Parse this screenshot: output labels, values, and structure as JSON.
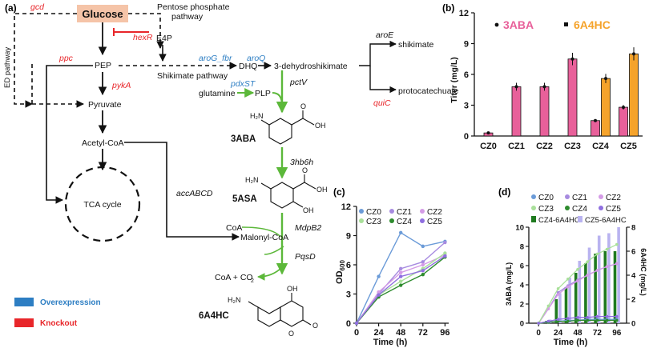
{
  "panel_labels": {
    "a": "(a)",
    "b": "(b)",
    "c": "(c)",
    "d": "(d)"
  },
  "pathway": {
    "glucose": "Glucose",
    "pentose_line1": "Pentose phosphate",
    "pentose_line2": "pathway",
    "e4p": "E4P",
    "pep": "PEP",
    "shikimate_pathway": "Shikimate pathway",
    "dhq": "DHQ",
    "dhs": "3-dehydroshikimate",
    "shikimate": "shikimate",
    "protocatechuate": "protocatechuate",
    "pyruvate": "Pyruvate",
    "glutamine": "glutamine",
    "plp": "PLP",
    "acetyl_coa": "Acetyl-CoA",
    "tca": "TCA cycle",
    "coa": "CoA",
    "malonyl_coa": "Malonyl-CoA",
    "coa_co2_a": "CoA + CO",
    "coa_co2_sub": "2",
    "ed_pathway": "ED pathway",
    "cmpd_3aba": "3ABA",
    "cmpd_5asa": "5ASA",
    "cmpd_6a4hc": "6A4HC",
    "nh2": "H₂N",
    "oh": "OH",
    "o": "O",
    "genes": {
      "gcd": "gcd",
      "hexR": "hexR",
      "ppc": "ppc",
      "pykA": "pykA",
      "aroG_fbr": "aroG_fbr",
      "aroQ": "aroQ",
      "aroE": "aroE",
      "quiC": "quiC",
      "pdxST": "pdxST",
      "pctV": "pctV",
      "h3hb6h": "3hb6h",
      "accABCD": "accABCD",
      "MdpB2": "MdpB2",
      "PqsD": "PqsD"
    },
    "legend": {
      "overexpression": "Overexpression",
      "knockout": "Knockout"
    },
    "colors": {
      "overexpression": "#2d7ec3",
      "knockout": "#e8262a",
      "green_arrow": "#5cb83a",
      "glucose_box": "#f5c4a8"
    }
  },
  "charts": {
    "b": {
      "ylabel": "Titer (mg/L)",
      "legend_3aba": "3ABA",
      "legend_6a4hc": "6A4HC"
    },
    "c": {
      "ylabel_main": "OD",
      "ylabel_sub": "600",
      "xlabel": "Time (h)"
    },
    "d": {
      "ylabel_left": "3ABA (mg/L)",
      "ylabel_right": "6A4HC (mg/L)",
      "xlabel": "Time (h)"
    }
  },
  "chart_data": [
    {
      "type": "bar",
      "panel": "b",
      "categories": [
        "CZ0",
        "CZ1",
        "CZ2",
        "CZ3",
        "CZ4",
        "CZ5"
      ],
      "series": [
        {
          "name": "3ABA",
          "color": "#e8609a",
          "values": [
            0.3,
            4.8,
            4.8,
            7.5,
            1.5,
            2.8
          ]
        },
        {
          "name": "6A4HC",
          "color": "#f5a32b",
          "values": [
            0,
            0,
            0,
            0,
            5.6,
            8.0
          ]
        }
      ],
      "ylabel": "Titer (mg/L)",
      "ylim": [
        0,
        12
      ],
      "yticks": [
        0,
        3,
        6,
        9,
        12
      ]
    },
    {
      "type": "line",
      "panel": "c",
      "x": [
        0,
        24,
        48,
        72,
        96
      ],
      "series": [
        {
          "name": "CZ0",
          "color": "#6b9bd8",
          "values": [
            0,
            4.8,
            9.3,
            7.9,
            8.4
          ]
        },
        {
          "name": "CZ1",
          "color": "#a78be0",
          "values": [
            0,
            3.0,
            5.6,
            6.3,
            8.3
          ]
        },
        {
          "name": "CZ2",
          "color": "#d49be6",
          "values": [
            0,
            3.2,
            5.2,
            6.0,
            7.0
          ]
        },
        {
          "name": "CZ3",
          "color": "#a9e09a",
          "values": [
            0,
            2.9,
            4.3,
            5.6,
            7.2
          ]
        },
        {
          "name": "CZ4",
          "color": "#2e8b2e",
          "values": [
            0,
            2.7,
            3.9,
            5.0,
            6.8
          ]
        },
        {
          "name": "CZ5",
          "color": "#8f6fe0",
          "values": [
            0,
            2.9,
            4.8,
            5.4,
            6.9
          ]
        }
      ],
      "xlabel": "Time (h)",
      "ylabel": "OD600",
      "xlim": [
        0,
        100
      ],
      "ylim": [
        0,
        12
      ],
      "xticks": [
        0,
        24,
        48,
        72,
        96
      ],
      "yticks": [
        0,
        3,
        6,
        9,
        12
      ]
    },
    {
      "type": "line",
      "panel": "d",
      "x": [
        0,
        12,
        24,
        36,
        48,
        60,
        72,
        84,
        96
      ],
      "series": [
        {
          "name": "CZ0",
          "color": "#6b9bd8",
          "values": [
            0,
            0.1,
            0.2,
            0.3,
            0.3,
            0.4,
            0.4,
            0.4,
            0.4
          ]
        },
        {
          "name": "CZ1",
          "color": "#a78be0",
          "values": [
            0,
            1.5,
            3.2,
            3.9,
            4.5,
            5.0,
            5.5,
            5.9,
            6.2
          ]
        },
        {
          "name": "CZ2",
          "color": "#d49be6",
          "values": [
            0,
            1.5,
            3.0,
            3.8,
            4.4,
            5.0,
            5.5,
            5.9,
            6.2
          ]
        },
        {
          "name": "CZ3",
          "color": "#a9e09a",
          "values": [
            0,
            1.8,
            3.6,
            4.6,
            5.6,
            6.4,
            7.2,
            7.7,
            8.2
          ]
        },
        {
          "name": "CZ4",
          "color": "#2e8b2e",
          "values": [
            0,
            0.1,
            0.2,
            0.2,
            0.3,
            0.3,
            0.3,
            0.3,
            0.3
          ]
        },
        {
          "name": "CZ5",
          "color": "#8f6fe0",
          "values": [
            0,
            0.2,
            0.4,
            0.5,
            0.6,
            0.6,
            0.7,
            0.7,
            0.7
          ]
        }
      ],
      "bars": [
        {
          "name": "CZ4-6A4HC",
          "color": "#1f7a1f",
          "x": [
            12,
            24,
            36,
            48,
            60,
            72,
            84,
            96
          ],
          "values": [
            0.2,
            2.0,
            3.0,
            4.2,
            5.0,
            5.8,
            6.0,
            6.0
          ]
        },
        {
          "name": "CZ5-6A4HC",
          "color": "#b9b3f0",
          "x": [
            12,
            24,
            36,
            48,
            60,
            72,
            84,
            96
          ],
          "values": [
            0.3,
            2.5,
            3.8,
            5.2,
            6.3,
            7.3,
            7.5,
            8.0
          ]
        }
      ],
      "xlabel": "Time (h)",
      "ylabel_left": "3ABA (mg/L)",
      "ylabel_right": "6A4HC (mg/L)",
      "xlim": [
        -12,
        108
      ],
      "ylim_left": [
        0,
        10
      ],
      "ylim_right": [
        0,
        8
      ],
      "xticks": [
        0,
        24,
        48,
        72,
        96
      ],
      "yticks_left": [
        0,
        2,
        4,
        6,
        8,
        10
      ],
      "yticks_right": [
        0,
        2,
        4,
        6,
        8
      ]
    }
  ]
}
